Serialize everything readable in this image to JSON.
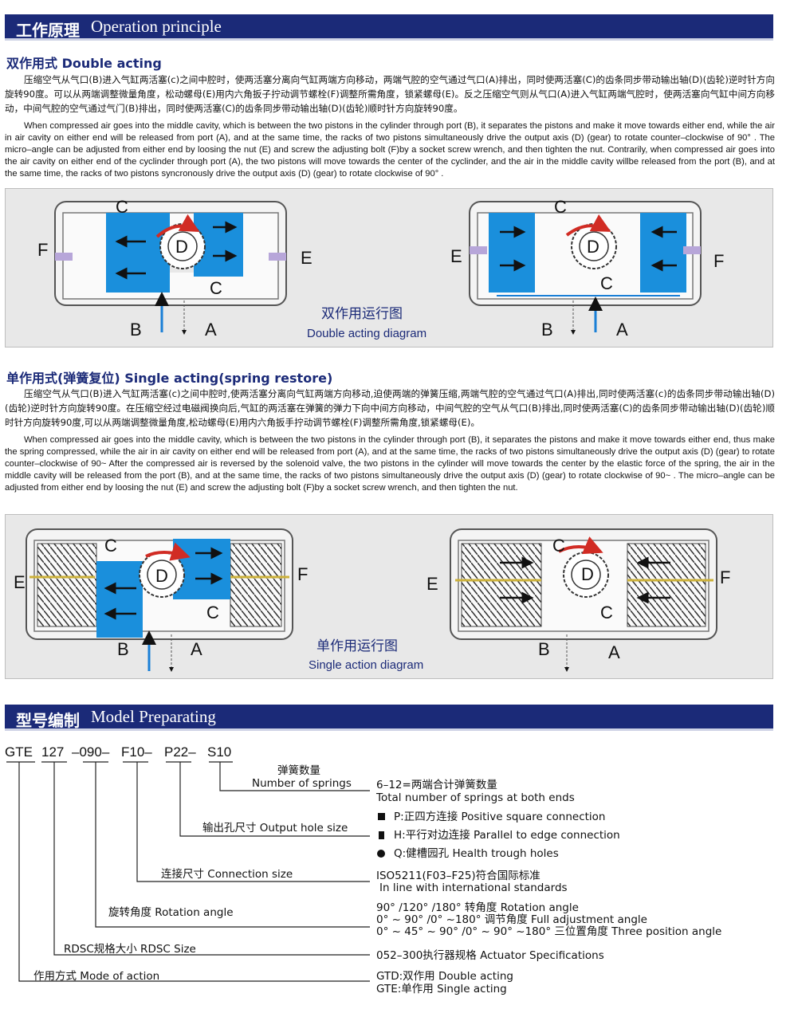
{
  "section1": {
    "title_cn": "工作原理",
    "title_en": "Operation principle"
  },
  "double": {
    "heading": "双作用式 Double acting",
    "para_cn": "压缩空气从气口(B)进入气缸两活塞(c)之间中腔时，使两活塞分离向气缸两端方向移动，两端气腔的空气通过气口(A)排出，同时使两活塞(C)的齿条同步带动输出轴(D)(齿轮)逆时针方向旋转90度。可以从两端调整微量角度，松动螺母(E)用内六角扳子拧动调节螺栓(F)调整所需角度，锁紧螺母(E)。反之压缩空气则从气口(A)进入气缸两端气腔时，使两活塞向气缸中间方向移动，中间气腔的空气通过气门(B)排出，同时使两活塞(C)的齿条同步带动输出轴(D)(齿轮)顺时针方向旋转90度。",
    "para_en": "When compressed air goes into the middle cavity, which is between the two pistons in the cylinder through port (B), it separates the pistons and make it move towards either end, while the air in air cavity on either end will be released from port (A), and at the same time, the racks of two  pistons simultaneously drive the output axis (D) (gear) to rotate counter–clockwise of 90° . The micro–angle can be adjusted from either end by loosing the nut (E) and screw the adjusting bolt (F)by a socket screw wrench, and then tighten the nut. Contrarily, when compressed air goes into the air cavity on either end of the cyclinder through port (A), the two pistons will move towards the center of the cyclinder, and the air in the middle cavity willbe released from the port (B), and at the same time, the racks of two pistons syncronously drive the output axis (D) (gear) to rotate clockwise of 90° .",
    "caption_cn": "双作用运行图",
    "caption_en": "Double acting diagram"
  },
  "single": {
    "heading": "单作用式(弹簧复位) Single acting(spring restore)",
    "para_cn": "压缩空气从气口(B)进入气缸两活塞(c)之间中腔时,使两活塞分离向气缸两端方向移动,迫使两端的弹簧压缩,两端气腔的空气通过气口(A)排出,同时使两活塞(c)的齿条同步带动输出轴(D)(齿轮)逆时针方向旋转90度。在压缩空经过电磁阀换向后,气缸的两活塞在弹簧的弹力下向中间方向移动，中间气腔的空气从气口(B)排出,同时使两活塞(C)的齿条同步带动输出轴(D)(齿轮)顺时针方向旋转90度,可以从两端调整微量角度,松动螺母(E)用内六角扳手拧动调节螺栓(F)调整所需角度,锁紧螺母(E)。",
    "para_en": "When compressed air goes into the middle cavity, which is between the two pistons in the cylinder through port (B), it separates the pistons and make it move towards either end, thus make the spring compressed, while the air in air cavity on either end will be released from port (A), and at the same time, the racks of two pistons simultaneously drive the output axis (D) (gear) to rotate counter–clockwise of 90~ After the compressed air is reversed by the solenoid valve, the two pistons in the cylinder will move towards the center by the elastic force of the spring, the air in the middle cavity will be released from the port (B), and at the same time, the racks of two pistons simultaneously drive the output axis (D) (gear) to rotate clockwise of 90~ . The micro–angle can be adjusted from either end by loosing the nut (E) and screw the adjusting bolt (F)by a socket screw wrench, and then tighten the nut.",
    "caption_cn": "单作用运行图",
    "caption_en": "Single action diagram"
  },
  "labels": {
    "A": "A",
    "B": "B",
    "C": "C",
    "D": "D",
    "E": "E",
    "F": "F"
  },
  "section2": {
    "title_cn": "型号编制",
    "title_en": "Model Preparating"
  },
  "model": {
    "code": [
      "GTE",
      "127",
      "–090–",
      "F10–",
      "P22–",
      "S10"
    ],
    "springs_cn": "弹簧数量",
    "springs_en": "Number of springs",
    "springs_desc1": "6–12=两端合计弹簧数量",
    "springs_desc2": "Total number of springs at both ends",
    "output_label": "输出孔尺寸 Output hole size",
    "output_p": "P:正四方连接 Positive square connection",
    "output_h": "H:平行对边连接 Parallel to edge connection",
    "output_q": "Q:健槽园孔  Health trough holes",
    "conn_label": "连接尺寸 Connection size",
    "conn_desc1": "ISO5211(F03–F25)符合国际标准",
    "conn_desc2": "In line with international standards",
    "rot_label": "旋转角度 Rotation angle",
    "rot_desc1": "90° /120° /180°  转角度 Rotation angle",
    "rot_desc2": "0°  ~ 90° /0°  ~180°  调节角度 Full adjustment angle",
    "rot_desc3": "0°  ~ 45°  ~ 90° /0°  ~ 90°  ~180°  三位置角度 Three position angle",
    "size_label": "RDSC规格大小 RDSC Size",
    "size_desc": "052–300执行器规格 Actuator Specifications",
    "mode_label": "作用方式 Mode of action",
    "mode_desc1": "GTD:双作用 Double acting",
    "mode_desc2": "GTE:单作用 Single acting"
  },
  "colors": {
    "banner": "#1b2a78",
    "piston": "#1a8fdc",
    "arrow_red": "#d12c24",
    "port_blue": "#1a7fd6"
  }
}
